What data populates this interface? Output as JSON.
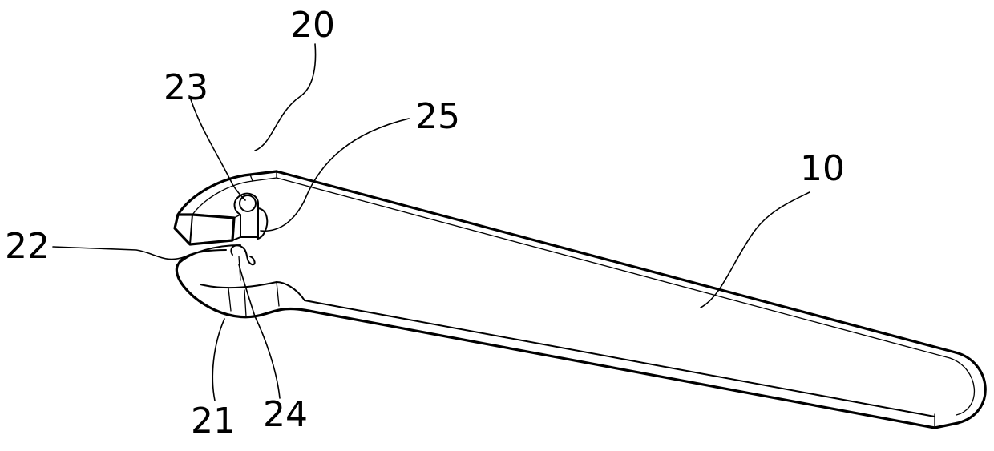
{
  "figure": {
    "labels": {
      "wrench_body": "10",
      "wrench_head": "20",
      "lower_jaw": "21",
      "jaw_gap": "22",
      "upper_slot": "23",
      "hook_latch": "24",
      "upper_catch": "25"
    }
  }
}
